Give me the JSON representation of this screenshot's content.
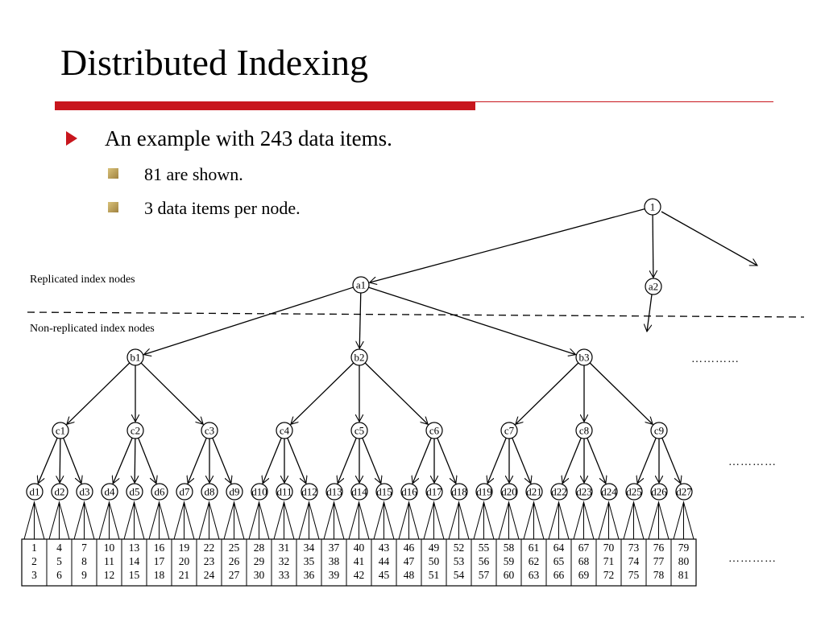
{
  "slide": {
    "title": "Distributed Indexing",
    "accent_color": "#c8161d",
    "bullets": [
      {
        "text": "An example with 243 data items.",
        "sub": [
          "81 are shown.",
          "3 data items per node."
        ]
      }
    ]
  },
  "diagram": {
    "region_labels": {
      "replicated": "Replicated index nodes",
      "non_replicated": "Non-replicated index nodes"
    },
    "root": "1",
    "level_a": [
      "a1",
      "a2"
    ],
    "level_b": [
      "b1",
      "b2",
      "b3"
    ],
    "level_c": [
      "c1",
      "c2",
      "c3",
      "c4",
      "c5",
      "c6",
      "c7",
      "c8",
      "c9"
    ],
    "level_d": [
      "d1",
      "d2",
      "d3",
      "d4",
      "d5",
      "d6",
      "d7",
      "d8",
      "d9",
      "d10",
      "d11",
      "d12",
      "d13",
      "d14",
      "d15",
      "d16",
      "d17",
      "d18",
      "d19",
      "d20",
      "d21",
      "d22",
      "d23",
      "d24",
      "d25",
      "d26",
      "d27"
    ],
    "data_items": [
      [
        "1",
        "2",
        "3"
      ],
      [
        "4",
        "5",
        "6"
      ],
      [
        "7",
        "8",
        "9"
      ],
      [
        "10",
        "11",
        "12"
      ],
      [
        "13",
        "14",
        "15"
      ],
      [
        "16",
        "17",
        "18"
      ],
      [
        "19",
        "20",
        "21"
      ],
      [
        "22",
        "23",
        "24"
      ],
      [
        "25",
        "26",
        "27"
      ],
      [
        "28",
        "29",
        "30"
      ],
      [
        "31",
        "32",
        "33"
      ],
      [
        "34",
        "35",
        "36"
      ],
      [
        "37",
        "38",
        "39"
      ],
      [
        "40",
        "41",
        "42"
      ],
      [
        "43",
        "44",
        "45"
      ],
      [
        "46",
        "47",
        "48"
      ],
      [
        "49",
        "50",
        "51"
      ],
      [
        "52",
        "53",
        "54"
      ],
      [
        "55",
        "56",
        "57"
      ],
      [
        "58",
        "59",
        "60"
      ],
      [
        "61",
        "62",
        "63"
      ],
      [
        "64",
        "65",
        "66"
      ],
      [
        "67",
        "68",
        "69"
      ],
      [
        "70",
        "71",
        "72"
      ],
      [
        "73",
        "74",
        "75"
      ],
      [
        "76",
        "77",
        "78"
      ],
      [
        "79",
        "80",
        "81"
      ]
    ],
    "ellipsis": "…………"
  }
}
